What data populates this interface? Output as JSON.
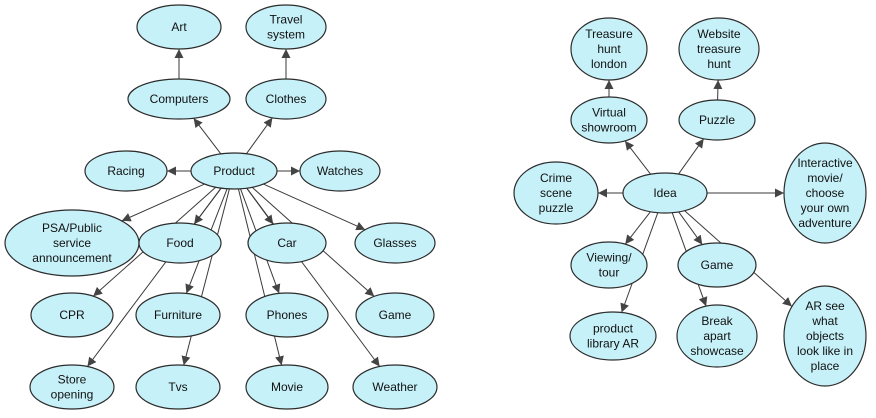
{
  "diagrams": [
    {
      "nodes": [
        {
          "id": "product",
          "lines": [
            "Product"
          ]
        },
        {
          "id": "art",
          "lines": [
            "Art"
          ]
        },
        {
          "id": "travel",
          "lines": [
            "Travel",
            "system"
          ]
        },
        {
          "id": "computers",
          "lines": [
            "Computers"
          ]
        },
        {
          "id": "clothes",
          "lines": [
            "Clothes"
          ]
        },
        {
          "id": "racing",
          "lines": [
            "Racing"
          ]
        },
        {
          "id": "watches",
          "lines": [
            "Watches"
          ]
        },
        {
          "id": "psa",
          "lines": [
            "PSA/Public",
            "service",
            "announcement"
          ]
        },
        {
          "id": "food",
          "lines": [
            "Food"
          ]
        },
        {
          "id": "car",
          "lines": [
            "Car"
          ]
        },
        {
          "id": "glasses",
          "lines": [
            "Glasses"
          ]
        },
        {
          "id": "cpr",
          "lines": [
            "CPR"
          ]
        },
        {
          "id": "furniture",
          "lines": [
            "Furniture"
          ]
        },
        {
          "id": "phones",
          "lines": [
            "Phones"
          ]
        },
        {
          "id": "game1",
          "lines": [
            "Game"
          ]
        },
        {
          "id": "store",
          "lines": [
            "Store",
            "opening"
          ]
        },
        {
          "id": "tvs",
          "lines": [
            "Tvs"
          ]
        },
        {
          "id": "movie",
          "lines": [
            "Movie"
          ]
        },
        {
          "id": "weather",
          "lines": [
            "Weather"
          ]
        }
      ],
      "edges": [
        [
          "computers",
          "art"
        ],
        [
          "clothes",
          "travel"
        ],
        [
          "product",
          "computers"
        ],
        [
          "product",
          "clothes"
        ],
        [
          "product",
          "racing"
        ],
        [
          "product",
          "watches"
        ],
        [
          "product",
          "psa"
        ],
        [
          "product",
          "food"
        ],
        [
          "product",
          "car"
        ],
        [
          "product",
          "glasses"
        ],
        [
          "product",
          "cpr"
        ],
        [
          "product",
          "furniture"
        ],
        [
          "product",
          "phones"
        ],
        [
          "product",
          "game1"
        ],
        [
          "product",
          "store"
        ],
        [
          "product",
          "tvs"
        ],
        [
          "product",
          "movie"
        ],
        [
          "product",
          "weather"
        ]
      ]
    },
    {
      "nodes": [
        {
          "id": "idea",
          "lines": [
            "Idea"
          ]
        },
        {
          "id": "treasure",
          "lines": [
            "Treasure",
            "hunt",
            "london"
          ]
        },
        {
          "id": "website",
          "lines": [
            "Website",
            "treasure",
            "hunt"
          ]
        },
        {
          "id": "virtual",
          "lines": [
            "Virtual",
            "showroom"
          ]
        },
        {
          "id": "puzzle",
          "lines": [
            "Puzzle"
          ]
        },
        {
          "id": "crime",
          "lines": [
            "Crime",
            "scene",
            "puzzle"
          ]
        },
        {
          "id": "interactive",
          "lines": [
            "Interactive",
            "movie/",
            "choose",
            "your own",
            "adventure"
          ]
        },
        {
          "id": "viewing",
          "lines": [
            "Viewing/",
            "tour"
          ]
        },
        {
          "id": "game2",
          "lines": [
            "Game"
          ]
        },
        {
          "id": "library",
          "lines": [
            "product",
            "library AR"
          ]
        },
        {
          "id": "break",
          "lines": [
            "Break",
            "apart",
            "showcase"
          ]
        },
        {
          "id": "ar",
          "lines": [
            "AR see",
            "what",
            "objects",
            "look like in",
            "place"
          ]
        }
      ],
      "edges": [
        [
          "virtual",
          "treasure"
        ],
        [
          "puzzle",
          "website"
        ],
        [
          "idea",
          "virtual"
        ],
        [
          "idea",
          "puzzle"
        ],
        [
          "idea",
          "crime"
        ],
        [
          "idea",
          "interactive"
        ],
        [
          "idea",
          "viewing"
        ],
        [
          "idea",
          "game2"
        ],
        [
          "idea",
          "library"
        ],
        [
          "idea",
          "break"
        ],
        [
          "idea",
          "ar"
        ]
      ]
    }
  ]
}
